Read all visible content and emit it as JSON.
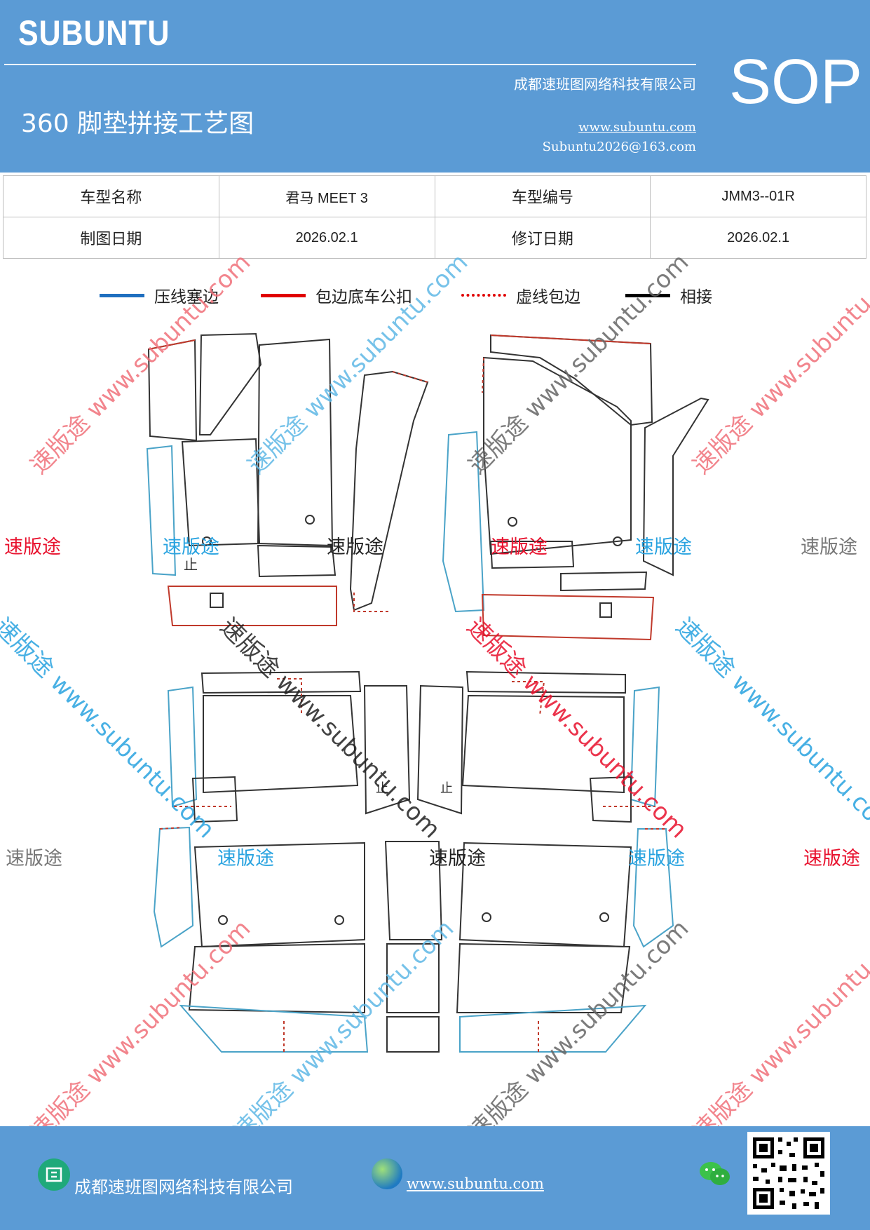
{
  "header": {
    "brand": "SUBUNTU",
    "company": "成都速班图网络科技有限公司",
    "title": "360 脚垫拼接工艺图",
    "website": "www.subuntu.com",
    "email": "Subuntu2026@163.com",
    "badge": "SOP",
    "background_color": "#5b9bd5"
  },
  "info_table": {
    "rows": [
      {
        "label1": "车型名称",
        "value1": "君马 MEET 3",
        "label2": "车型编号",
        "value2": "JMM3--01R"
      },
      {
        "label1": "制图日期",
        "value1": "2026.02.1",
        "label2": "修订日期",
        "value2": "2026.02.1"
      }
    ]
  },
  "legend": {
    "items": [
      {
        "label": "压线塞边",
        "color": "#1f6fbf",
        "style": "solid"
      },
      {
        "label": "包边底车公扣",
        "color": "#e00000",
        "style": "solid"
      },
      {
        "label": "虚线包边",
        "color": "#e00000",
        "style": "dotted"
      },
      {
        "label": "相接",
        "color": "#000000",
        "style": "solid"
      }
    ]
  },
  "watermarks": {
    "brand": "速版途",
    "site": "速版途 www.subuntu.com"
  },
  "drawing_labels": {
    "left_front": "止",
    "right_mid_left": "止",
    "right_mid_right": "止"
  },
  "footer": {
    "company": "成都速班图网络科技有限公司",
    "website": "www.subuntu.com",
    "icons": [
      "company-icon",
      "globe-icon",
      "wechat-icon",
      "qr-code"
    ]
  }
}
